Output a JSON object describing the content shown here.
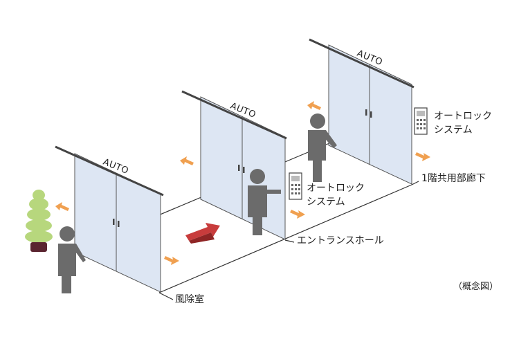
{
  "door_label": "AUTO",
  "labels": {
    "intercom_right_line1": "オートロック",
    "intercom_right_line2": "システム",
    "intercom_mid_line1": "オートロック",
    "intercom_mid_line2": "システム",
    "corridor": "1階共用部廊下",
    "entrance_hall": "エントランスホール",
    "windbreak_room": "風除室",
    "note": "（概念図）"
  },
  "colors": {
    "glass": "#dde6f3",
    "frame": "#555555",
    "person": "#6b6b6b",
    "arrow_small": "#f0a050",
    "arrow_big": "#c83c3c",
    "plant": "#b7d77d",
    "pot": "#5a2430"
  }
}
